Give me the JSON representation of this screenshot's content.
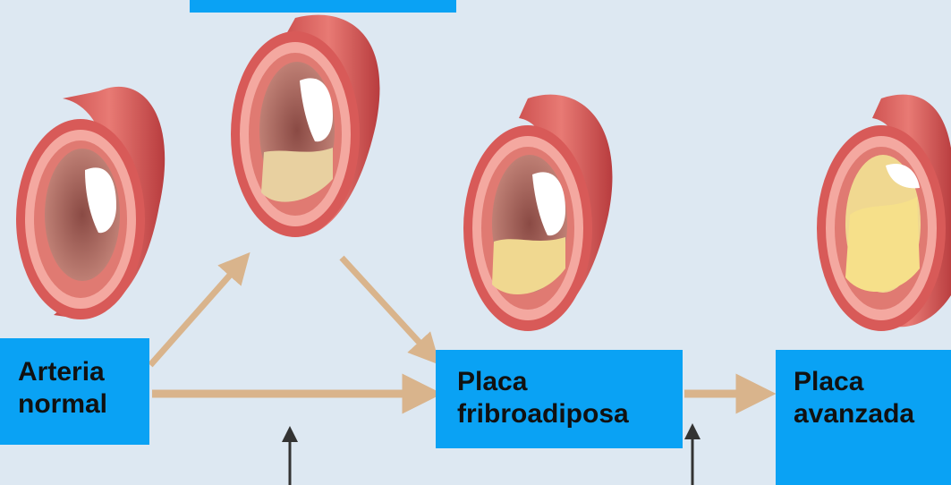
{
  "labels": {
    "normal": "Arteria\nnormal",
    "fibro": "Placa\nfribroadiposa",
    "avanzada": "Placa\navanzada",
    "top": ""
  },
  "colors": {
    "background": "#dde8f2",
    "label_box": "#0aa2f4",
    "arrow": "#d9b48c",
    "vessel_outer": "#d85a58",
    "vessel_inner": "#f4a8a0",
    "plaque": "#f0d890"
  }
}
